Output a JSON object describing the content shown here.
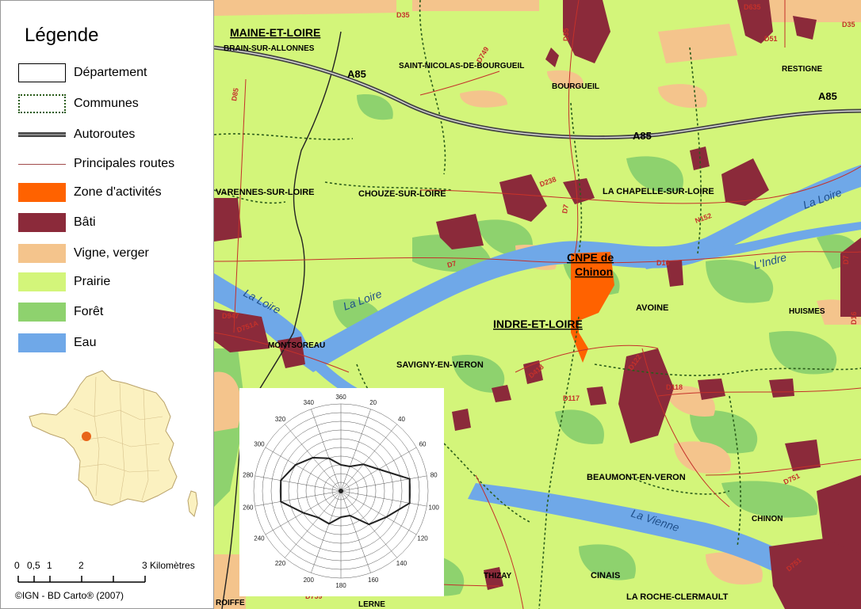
{
  "legend": {
    "title": "Légende",
    "items": [
      {
        "label": "Département",
        "kind": "departement"
      },
      {
        "label": "Communes",
        "kind": "communes"
      },
      {
        "label": "Autoroutes",
        "kind": "autoroutes"
      },
      {
        "label": "Principales routes",
        "kind": "routes"
      },
      {
        "label": "Zone d'activités",
        "kind": "fill",
        "color": "#ff6200"
      },
      {
        "label": "Bâti",
        "kind": "fill",
        "color": "#8b2a3a"
      },
      {
        "label": "Vigne, verger",
        "kind": "fill",
        "color": "#f4c48c"
      },
      {
        "label": "Prairie",
        "kind": "fill",
        "color": "#d3f57a"
      },
      {
        "label": "Forêt",
        "kind": "fill",
        "color": "#8ed26e"
      },
      {
        "label": "Eau",
        "kind": "fill",
        "color": "#6fa8e8"
      }
    ],
    "locator_dot_color": "#e8651a",
    "scale": {
      "ticks": [
        "0",
        "0,5",
        "1",
        "2",
        "3 Kilomètres"
      ]
    },
    "copyright": "©IGN - BD Carto® (2007)"
  },
  "map": {
    "colors": {
      "prairie": "#d3f57a",
      "foret": "#8ed26e",
      "eau": "#6fa8e8",
      "bati": "#8b2a3a",
      "vigne": "#f4c48c",
      "zone": "#ff6200",
      "road": "#c4312a"
    },
    "departements": [
      "MAINE-ET-LOIRE",
      "INDRE-ET-LOIRE"
    ],
    "zone_label": [
      "CNPE de",
      "Chinon"
    ],
    "communes": [
      "BRAIN-SUR-ALLONNES",
      "SAINT-NICOLAS-DE-BOURGUEIL",
      "BOURGUEIL",
      "RESTIGNE",
      "VARENNES-SUR-LOIRE",
      "CHOUZE-SUR-LOIRE",
      "LA CHAPELLE-SUR-LOIRE",
      "AVOINE",
      "HUISMES",
      "MONTSOREAU",
      "SAVIGNY-EN-VERON",
      "BEAUMONT-EN-VERON",
      "CHINON",
      "CINAIS",
      "THIZAY",
      "LA ROCHE-CLERMAULT",
      "LERNE",
      "ROIFFE"
    ],
    "motorways": [
      "A85",
      "A85",
      "A85"
    ],
    "roads": [
      "D35",
      "D35",
      "D635",
      "D51",
      "D35",
      "D749",
      "D85",
      "D238",
      "D7",
      "N152",
      "D7",
      "D16",
      "D7",
      "D947",
      "D751A",
      "D418",
      "D122",
      "D118",
      "D117",
      "D751",
      "D759",
      "D751",
      "D16"
    ],
    "waters": [
      "La Loire",
      "La Loire",
      "La Loire",
      "L'Indre",
      "La Vienne"
    ]
  },
  "inset": {
    "angles": [
      "360",
      "20",
      "40",
      "60",
      "80",
      "100",
      "120",
      "140",
      "160",
      "180",
      "200",
      "220",
      "240",
      "260",
      "280",
      "300",
      "320",
      "340"
    ],
    "wind_rose": [
      3,
      3,
      4,
      5,
      8,
      8,
      6,
      5,
      3,
      3,
      4,
      4,
      5,
      7,
      7,
      6,
      5,
      4
    ]
  }
}
